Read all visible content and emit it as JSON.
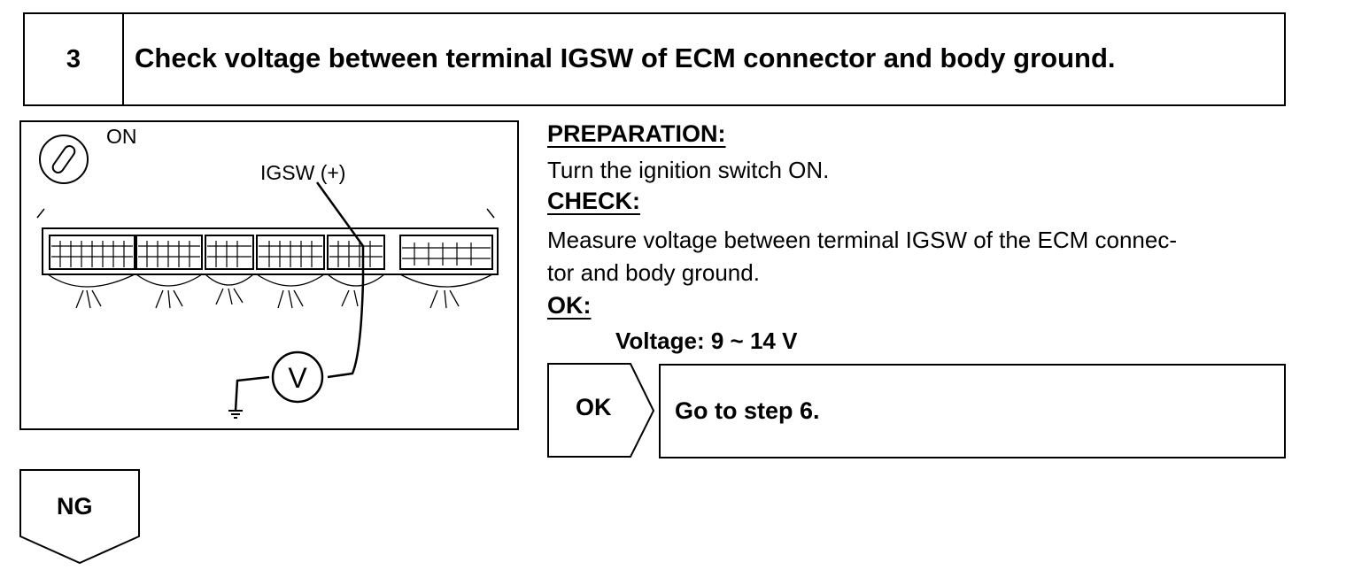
{
  "step": {
    "number": "3",
    "title": "Check voltage between terminal IGSW of ECM connector and body ground."
  },
  "diagram": {
    "switch_label": "ON",
    "terminal_label": "IGSW (+)",
    "meter_symbol": "V",
    "icons": [
      "ignition-key-icon",
      "ecm-connector",
      "voltmeter-icon",
      "ground-icon"
    ]
  },
  "instructions": {
    "preparation_heading": "PREPARATION:",
    "preparation_text": "Turn the ignition switch ON.",
    "check_heading": "CHECK:",
    "check_line1": "Measure voltage between terminal IGSW of the ECM connec-",
    "check_line2": "tor and body ground.",
    "ok_heading": "OK:",
    "ok_spec": "Voltage: 9 ~ 14 V"
  },
  "results": {
    "ok_label": "OK",
    "ok_action": "Go to step 6.",
    "ng_label": "NG"
  }
}
